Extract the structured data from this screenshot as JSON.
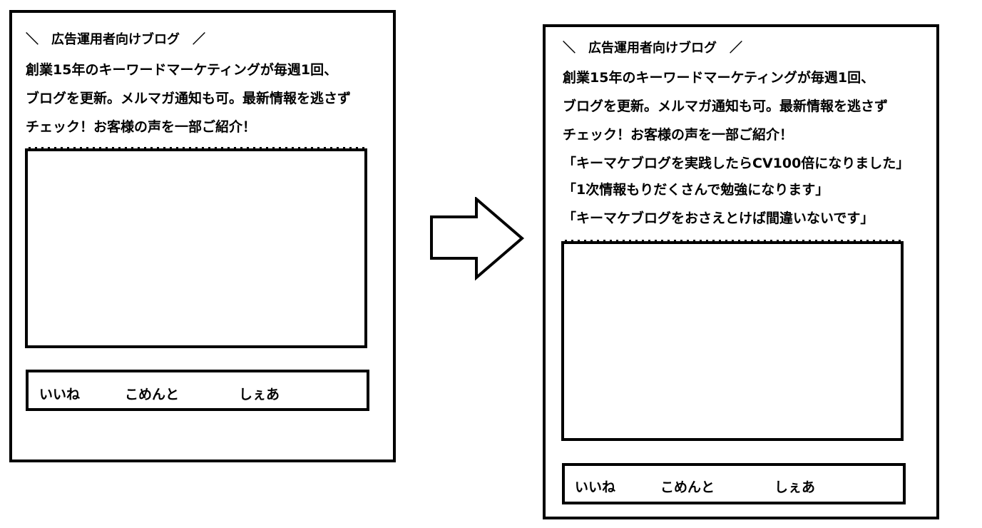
{
  "before": {
    "headline": "＼　広告運用者向けブログ　／",
    "body_lines": [
      "創業15年のキーワードマーケティングが毎週1回、",
      "ブログを更新。メルマガ通知も可。最新情報を逃さず",
      "チェック！お客様の声を一部ご紹介！"
    ],
    "actions": {
      "like": "いいね",
      "comment": "こめんと",
      "share": "しぇあ"
    }
  },
  "after": {
    "headline": "＼　広告運用者向けブログ　／",
    "body_lines": [
      "創業15年のキーワードマーケティングが毎週1回、",
      "ブログを更新。メルマガ通知も可。最新情報を逃さず",
      "チェック！お客様の声を一部ご紹介！",
      "「キーマケブログを実践したらCV100倍になりました」",
      "「1次情報もりだくさんで勉強になります」",
      "「キーマケブログをおさえとけば間違いないです」"
    ],
    "actions": {
      "like": "いいね",
      "comment": "こめんと",
      "share": "しぇあ"
    }
  },
  "arrow_icon": "right-arrow-outline"
}
